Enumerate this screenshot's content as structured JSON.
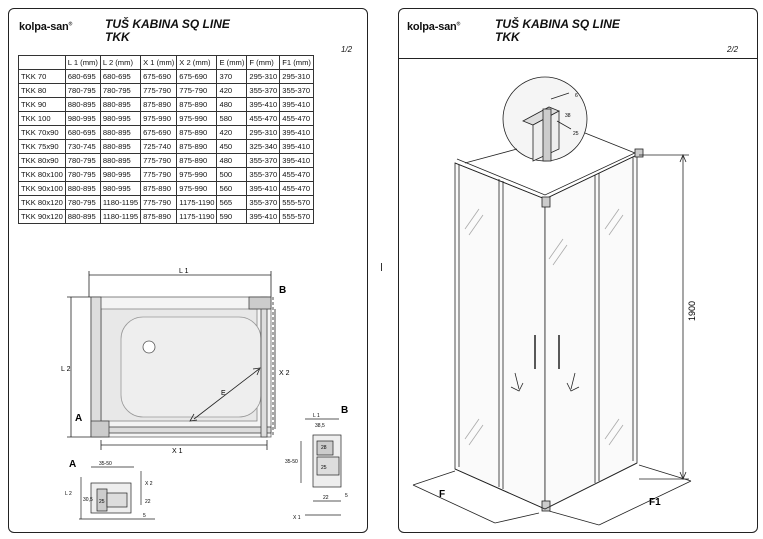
{
  "brand": {
    "name": "kolpa-san",
    "reg": "®"
  },
  "sheet1": {
    "title_line1": "TUŠ KABINA SQ LINE",
    "title_line2": "TKK",
    "page": "1/2",
    "table": {
      "headers": [
        "",
        "L 1  (mm)",
        "L 2  (mm)",
        "X 1  (mm)",
        "X 2  (mm)",
        "E (mm)",
        "F (mm)",
        "F1 (mm)"
      ],
      "rows": [
        [
          "TKK 70",
          "680-695",
          "680-695",
          "675-690",
          "675-690",
          "370",
          "295-310",
          "295-310"
        ],
        [
          "TKK 80",
          "780-795",
          "780-795",
          "775-790",
          "775-790",
          "420",
          "355-370",
          "355-370"
        ],
        [
          "TKK 90",
          "880-895",
          "880-895",
          "875-890",
          "875-890",
          "480",
          "395-410",
          "395-410"
        ],
        [
          "TKK 100",
          "980-995",
          "980-995",
          "975-990",
          "975-990",
          "580",
          "455-470",
          "455-470"
        ],
        [
          "TKK 70x90",
          "680-695",
          "880-895",
          "675-690",
          "875-890",
          "420",
          "295-310",
          "395-410"
        ],
        [
          "TKK 75x90",
          "730-745",
          "880-895",
          "725-740",
          "875-890",
          "450",
          "325-340",
          "395-410"
        ],
        [
          "TKK 80x90",
          "780-795",
          "880-895",
          "775-790",
          "875-890",
          "480",
          "355-370",
          "395-410"
        ],
        [
          "TKK 80x100",
          "780-795",
          "980-995",
          "775-790",
          "975-990",
          "500",
          "355-370",
          "455-470"
        ],
        [
          "TKK 90x100",
          "880-895",
          "980-995",
          "875-890",
          "975-990",
          "560",
          "395-410",
          "455-470"
        ],
        [
          "TKK 80x120",
          "780-795",
          "1180-1195",
          "775-790",
          "1175-1190",
          "565",
          "355-370",
          "555-570"
        ],
        [
          "TKK 90x120",
          "880-895",
          "1180-1195",
          "875-890",
          "1175-1190",
          "590",
          "395-410",
          "555-570"
        ]
      ]
    },
    "plan": {
      "l1": "L 1",
      "l2": "L 2",
      "x1": "X 1",
      "x2": "X 2",
      "e": "E",
      "label_a": "A",
      "label_b": "B"
    },
    "detail_a": {
      "label": "A",
      "dim_top": "35-50",
      "l2": "L 2",
      "x2": "X 2",
      "d1": "30,5",
      "d2": "25",
      "d3": "22",
      "d4": "5"
    },
    "detail_b": {
      "label": "B",
      "l1": "L 1",
      "d1": "38,5",
      "d2": "28",
      "d3": "35-50",
      "d4": "25",
      "d5": "22",
      "d6": "5",
      "x1": "X 1"
    }
  },
  "sheet2": {
    "title_line1": "TUŠ KABINA SQ LINE",
    "title_line2": "TKK",
    "page": "2/2",
    "height": "1900",
    "dim_f": "F",
    "dim_f1": "F1",
    "detail": {
      "d1": "6",
      "d2": "38",
      "d3": "25"
    }
  }
}
